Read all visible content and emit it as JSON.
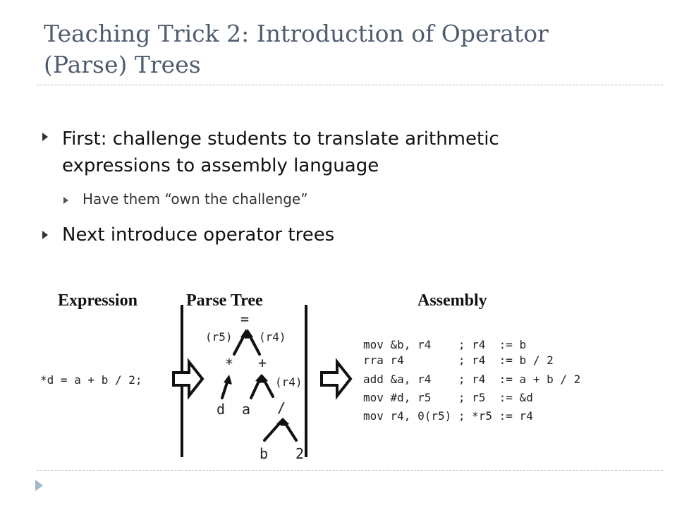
{
  "slide": {
    "title": "Teaching Trick 2: Introduction of Operator (Parse) Trees",
    "bullets": [
      {
        "text": "First: challenge students to translate arithmetic expressions to assembly language"
      },
      {
        "text": "Have them “own the challenge”"
      },
      {
        "text": "Next introduce operator trees"
      }
    ]
  },
  "diagram": {
    "headers": {
      "expression": "Expression",
      "parse_tree": "Parse Tree",
      "assembly": "Assembly"
    },
    "expression": "*d = a + b / 2;",
    "tree": {
      "root": "=",
      "reg_r5": "(r5)",
      "reg_r4_top": "(r4)",
      "deref": "*",
      "plus": "+",
      "reg_r4_mid": "(r4)",
      "d": "d",
      "a": "a",
      "div": "/",
      "b": "b",
      "two": "2"
    },
    "assembly": [
      "mov &b, r4    ; r4  := b",
      "rra r4        ; r4  := b / 2",
      "add &a, r4    ; r4  := a + b / 2",
      "mov #d, r5    ; r5  := &d",
      "mov r4, 0(r5) ; *r5 := r4"
    ]
  }
}
